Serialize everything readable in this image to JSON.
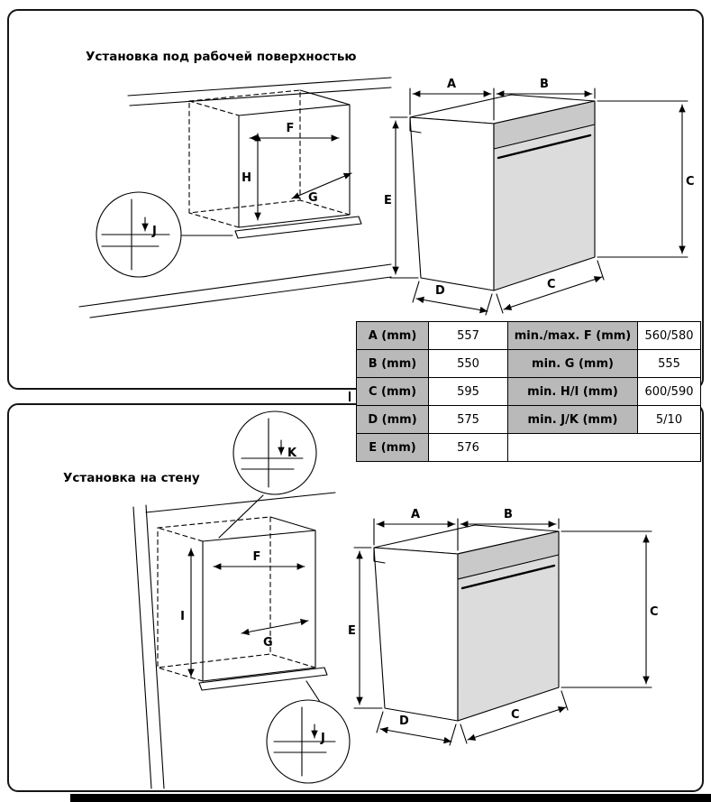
{
  "sections": {
    "top_title": "Установка под рабочей поверхностью",
    "bottom_title": "Установка на стену"
  },
  "dims": {
    "A": "A",
    "B": "B",
    "C": "C",
    "D": "D",
    "E": "E",
    "F": "F",
    "G": "G",
    "H": "H",
    "I": "I",
    "J": "J",
    "K": "K"
  },
  "table": {
    "rows": [
      {
        "k1": "A (mm)",
        "v1": "557",
        "k2": "min./max. F (mm)",
        "v2": "560/580"
      },
      {
        "k1": "B (mm)",
        "v1": "550",
        "k2": "min. G (mm)",
        "v2": "555"
      },
      {
        "k1": "C (mm)",
        "v1": "595",
        "k2": "min. H/I (mm)",
        "v2": "600/590"
      },
      {
        "k1": "D (mm)",
        "v1": "575",
        "k2": "min. J/K (mm)",
        "v2": "5/10"
      },
      {
        "k1": "E (mm)",
        "v1": "576",
        "k2": "",
        "v2": ""
      }
    ]
  },
  "colors": {
    "table_key_grey": "#b9b9b9",
    "line_black": "#000000",
    "door_grey": "#dcdcdc"
  }
}
